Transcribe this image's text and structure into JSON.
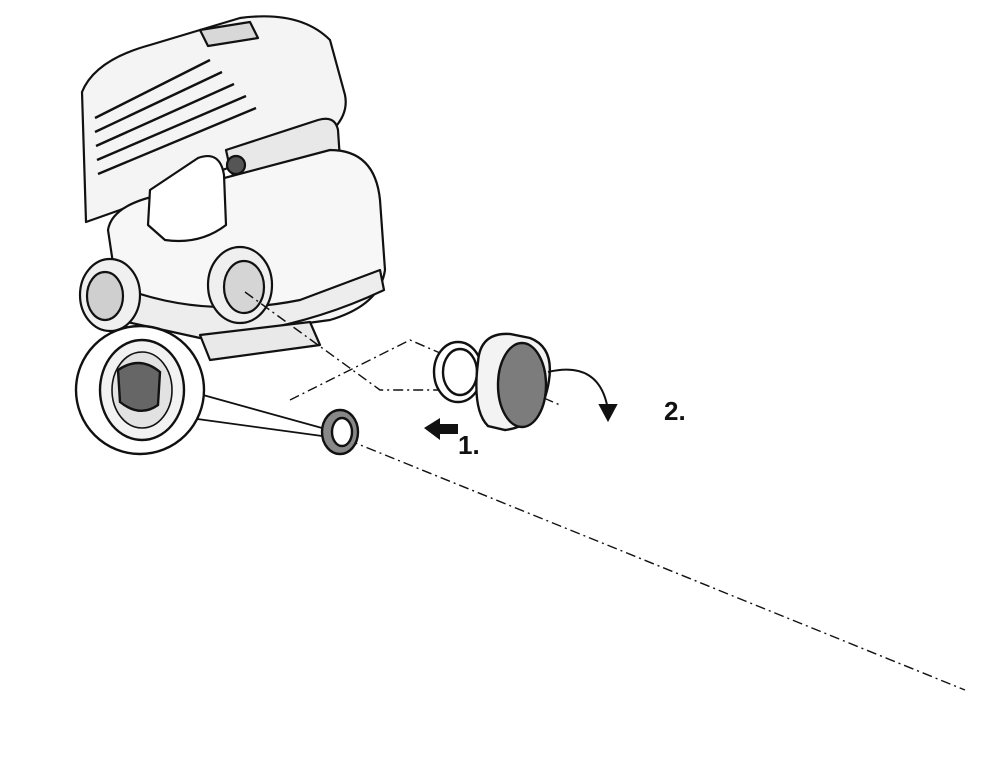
{
  "steps": [
    {
      "label": "1.",
      "direction": "left"
    },
    {
      "label": "2.",
      "direction": "right"
    }
  ],
  "colors": {
    "outline": "#111111",
    "hose_fill": "#9a9a9a",
    "part_fill": "#8c8c8c",
    "dark_part": "#5a5a5a",
    "light_part": "#e6e6e6",
    "background": "#ffffff"
  },
  "icons": [
    "arrow-left-icon",
    "arrow-right-icon",
    "curved-arrow-icon"
  ]
}
